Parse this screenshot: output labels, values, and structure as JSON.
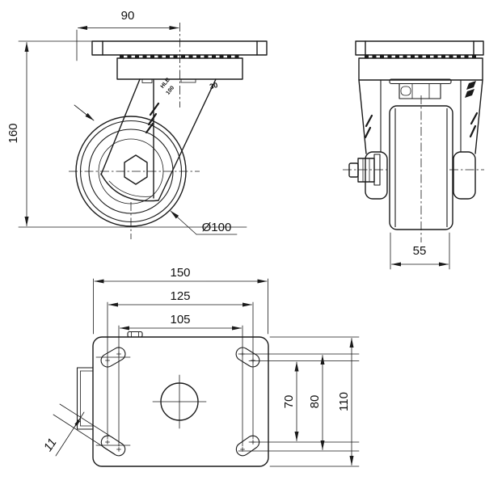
{
  "drawing": {
    "background": "#ffffff",
    "line_color": "#1a1a1a",
    "views": {
      "front": {
        "dims": {
          "plate_offset_90": "90",
          "overall_height_160": "160",
          "wheel_diameter": "Ø100"
        },
        "markings": {
          "brand_line1": "HLB",
          "brand_line2": "100",
          "cast_mark": "30"
        }
      },
      "side": {
        "dims": {
          "wheel_width_55": "55"
        }
      },
      "bottom": {
        "dims": {
          "plate_length_150": "150",
          "bolt_span_125": "125",
          "bolt_span_105": "105",
          "bolt_span_70": "70",
          "bolt_span_80": "80",
          "plate_width_110": "110",
          "slot_width_11": "11"
        }
      }
    }
  }
}
